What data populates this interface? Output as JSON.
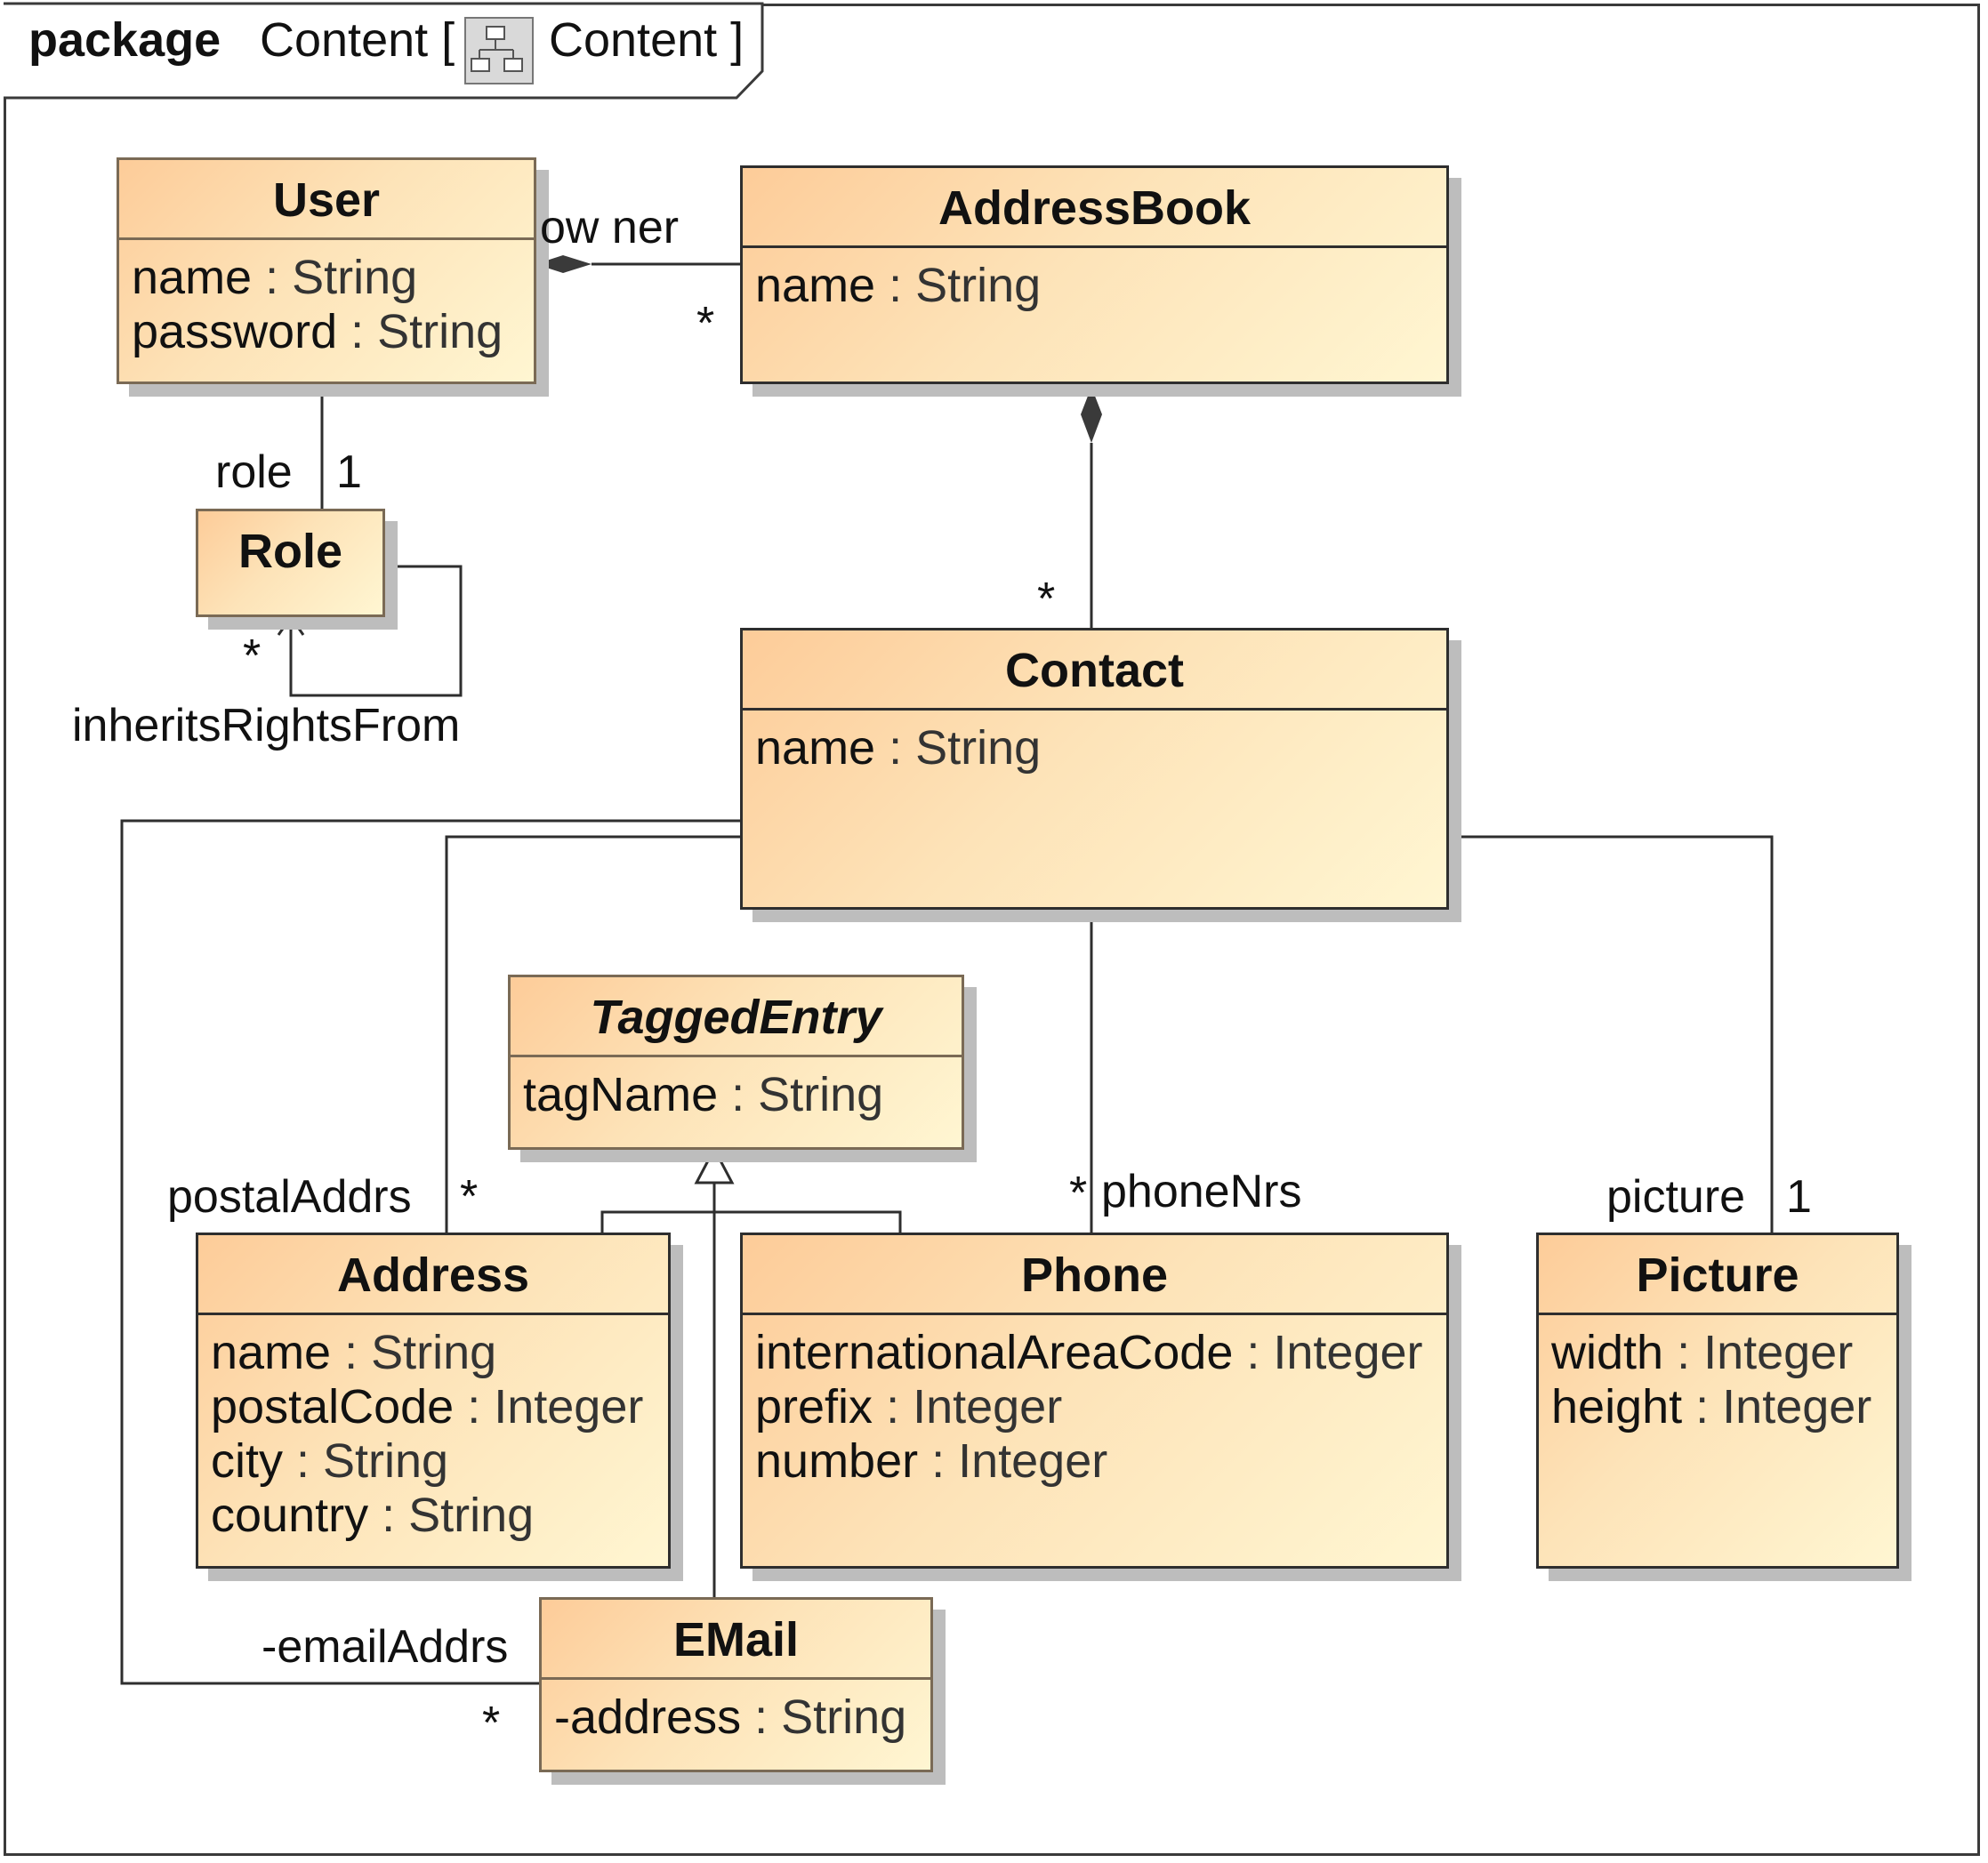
{
  "package": {
    "keyword": "package",
    "name": "Content [",
    "icon": "class-diagram-icon",
    "diagram_name": "Content ]"
  },
  "classes": {
    "user": {
      "name": "User",
      "attrs": [
        {
          "name": "name",
          "type": ": String"
        },
        {
          "name": "password",
          "type": ": String"
        }
      ]
    },
    "addressbook": {
      "name": "AddressBook",
      "attrs": [
        {
          "name": "name",
          "type": ": String"
        }
      ]
    },
    "role": {
      "name": "Role"
    },
    "contact": {
      "name": "Contact",
      "attrs": [
        {
          "name": "name",
          "type": ": String"
        }
      ]
    },
    "taggedentry": {
      "name": "TaggedEntry",
      "abstract": true,
      "attrs": [
        {
          "name": "tagName",
          "type": ": String"
        }
      ]
    },
    "address": {
      "name": "Address",
      "attrs": [
        {
          "name": "name",
          "type": ": String"
        },
        {
          "name": "postalCode",
          "type": ": Integer"
        },
        {
          "name": "city",
          "type": ": String"
        },
        {
          "name": "country",
          "type": ": String"
        }
      ]
    },
    "phone": {
      "name": "Phone",
      "attrs": [
        {
          "name": "internationalAreaCode",
          "type": ": Integer"
        },
        {
          "name": "prefix",
          "type": ": Integer"
        },
        {
          "name": "number",
          "type": ": Integer"
        }
      ]
    },
    "picture": {
      "name": "Picture",
      "attrs": [
        {
          "name": "width",
          "type": ": Integer"
        },
        {
          "name": "height",
          "type": ": Integer"
        }
      ]
    },
    "email": {
      "name": "EMail",
      "attrs": [
        {
          "name": "-address",
          "type": ": String"
        }
      ]
    }
  },
  "labels": {
    "owner": "ow ner",
    "owner_mult": "*",
    "role": "role",
    "role_mult": "1",
    "contact_mult": "*",
    "inherits_mult": "*",
    "inherits": "inheritsRightsFrom",
    "postal": "postalAddrs",
    "postal_mult": "*",
    "phone_mult": "*",
    "phone": "phoneNrs",
    "picture": "picture",
    "picture_mult": "1",
    "email": "-emailAddrs",
    "email_mult": "*"
  },
  "colors": {
    "fill_start": "#fdcc99",
    "fill_end": "#fff6d2",
    "line": "#2e2e2e",
    "shadow": "#bdbdbd"
  }
}
